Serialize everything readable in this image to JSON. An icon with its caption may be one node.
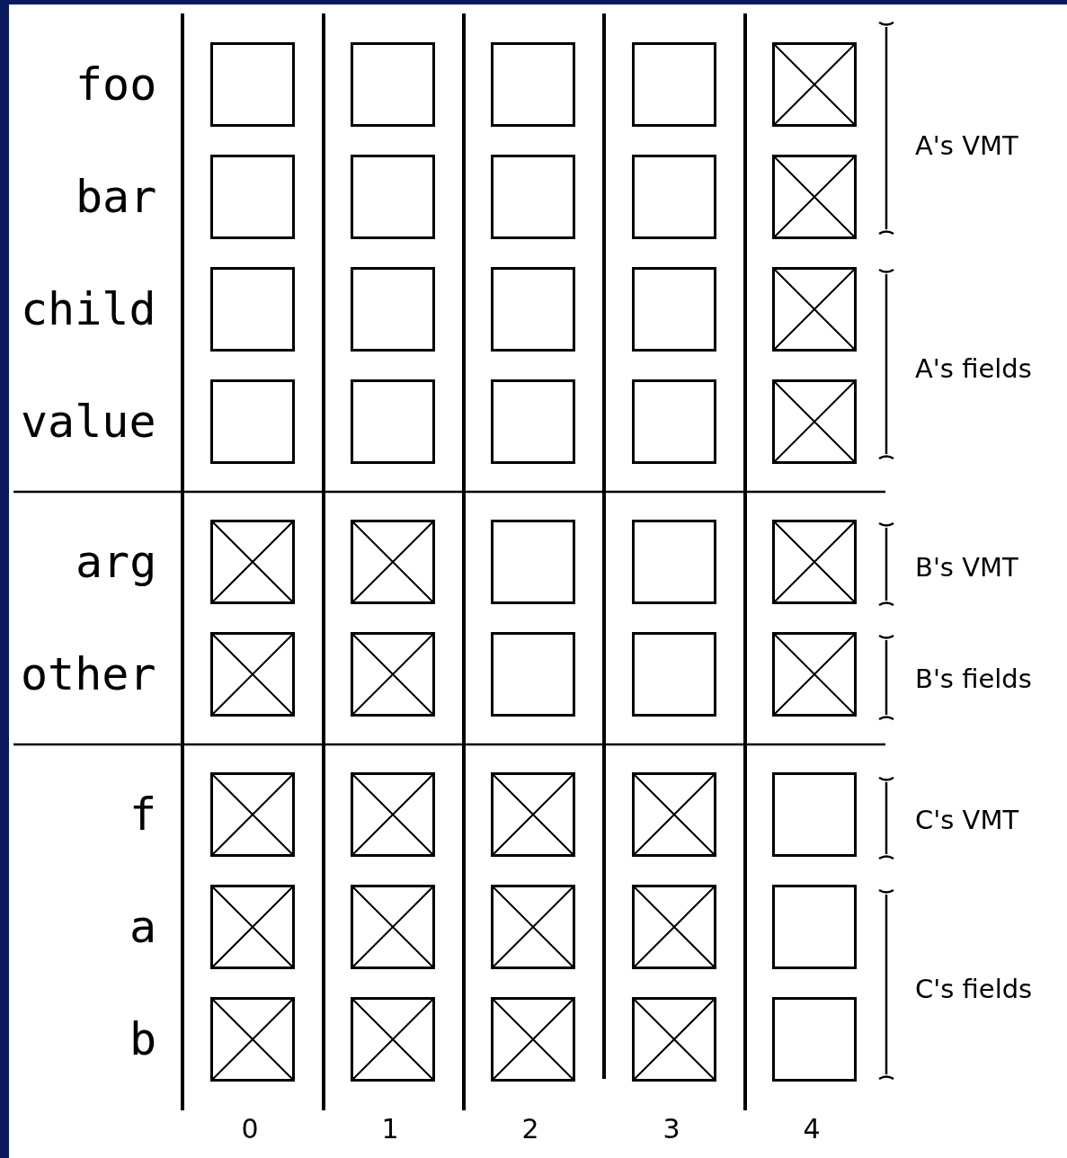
{
  "diagram": {
    "nodes": [
      {
        "text": [],
        "shape": "box"
      },
      {
        "text": [],
        "shape": "box"
      },
      {
        "text": [],
        "shape": "box"
      },
      {
        "text": [],
        "shape": "box"
      },
      {
        "text": [],
        "shape": "cross"
      },
      {
        "text": [],
        "shape": "box"
      },
      {
        "text": [],
        "shape": "box"
      },
      {
        "text": [],
        "shape": "box"
      },
      {
        "text": [],
        "shape": "box"
      },
      {
        "text": [],
        "shape": "cross"
      },
      {
        "text": [],
        "shape": "box"
      },
      {
        "text": [],
        "shape": "box"
      },
      {
        "text": [],
        "shape": "box"
      },
      {
        "text": [],
        "shape": "box"
      },
      {
        "text": [],
        "shape": "cross"
      },
      {
        "text": [],
        "shape": "box"
      },
      {
        "text": [],
        "shape": "box"
      },
      {
        "text": [],
        "shape": "box"
      },
      {
        "text": [],
        "shape": "box"
      },
      {
        "text": [],
        "shape": "cross"
      },
      {
        "text": [],
        "shape": "cross"
      },
      {
        "text": [],
        "shape": "cross"
      },
      {
        "text": [],
        "shape": "box"
      },
      {
        "text": [],
        "shape": "box"
      },
      {
        "text": [],
        "shape": "cross"
      },
      {
        "text": [],
        "shape": "cross"
      },
      {
        "text": [],
        "shape": "cross"
      },
      {
        "text": [],
        "shape": "box"
      },
      {
        "text": [],
        "shape": "box"
      },
      {
        "text": [],
        "shape": "cross"
      },
      {
        "text": [],
        "shape": "cross"
      },
      {
        "text": [],
        "shape": "cross"
      },
      {
        "text": [],
        "shape": "cross"
      },
      {
        "text": [],
        "shape": "cross"
      },
      {
        "text": [],
        "shape": "box"
      },
      {
        "text": [],
        "shape": "cross"
      },
      {
        "text": [],
        "shape": "cross"
      },
      {
        "text": [],
        "shape": "cross"
      },
      {
        "text": [],
        "shape": "cross"
      },
      {
        "text": [],
        "shape": "box"
      },
      {
        "text": [],
        "shape": "cross"
      },
      {
        "text": [],
        "shape": "cross"
      },
      {
        "text": [],
        "shape": "cross"
      },
      {
        "text": [],
        "shape": "cross"
      },
      {
        "text": [],
        "shape": "box"
      }
    ],
    "labels": [
      "foo",
      "A's VMT",
      "bar",
      "child",
      "A's fields",
      "value",
      "arg",
      "B's VMT",
      "other",
      "B's fields",
      "f",
      "C's VMT",
      "a",
      "C's fields",
      "b",
      "0",
      "1",
      "2",
      "3",
      "4"
    ]
  }
}
